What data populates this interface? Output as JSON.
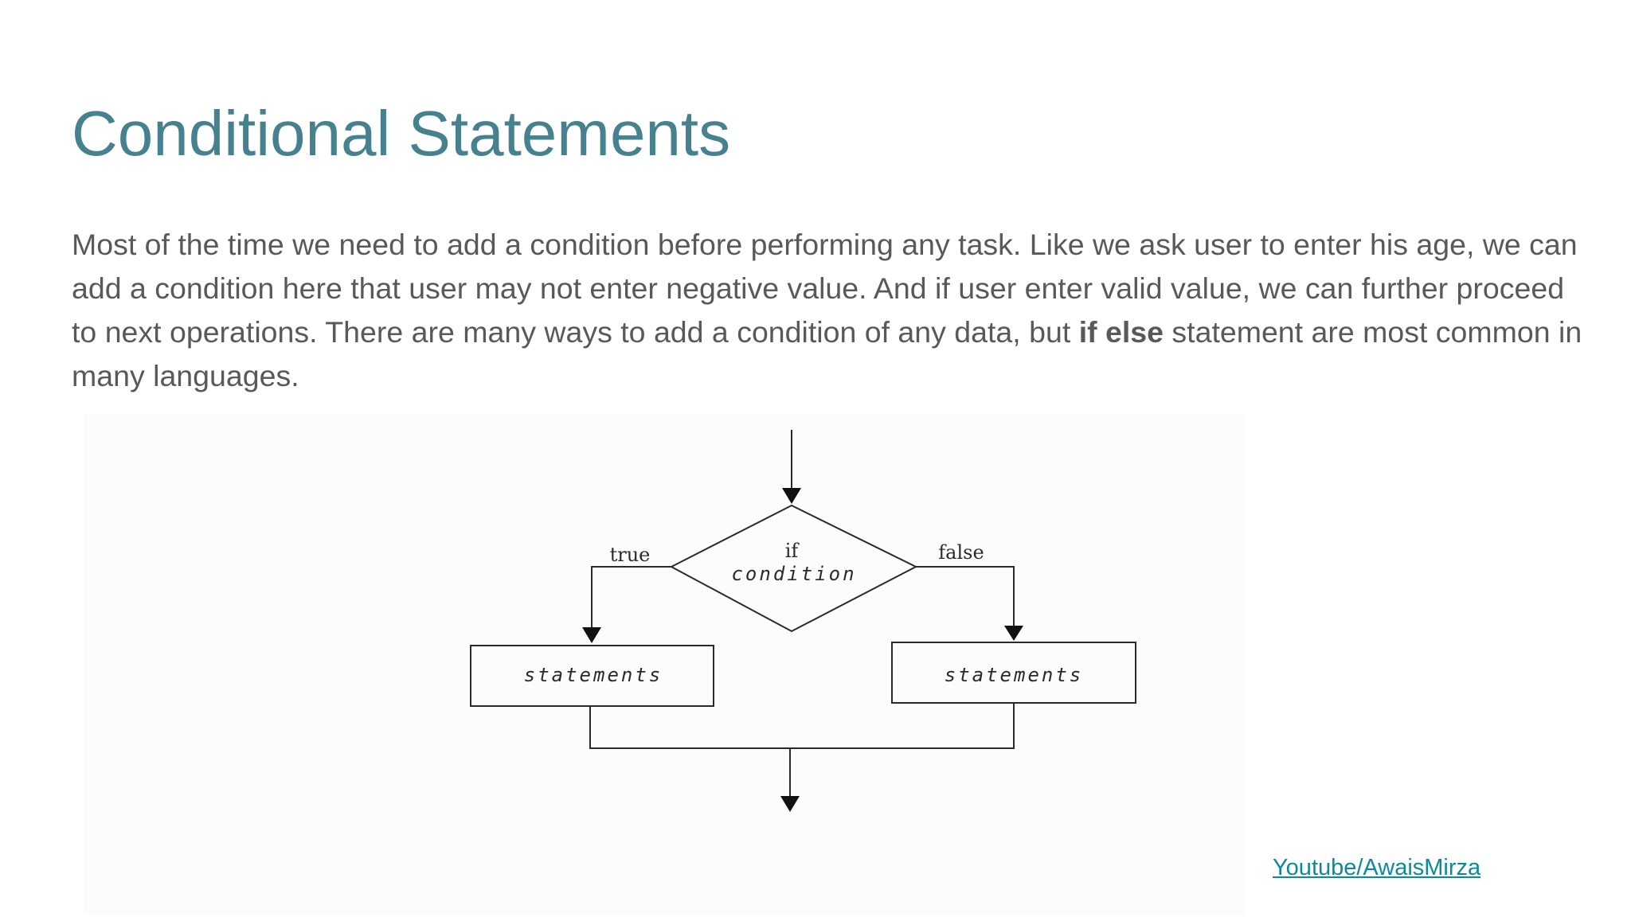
{
  "slide": {
    "title": "Conditional Statements",
    "body_before_bold": "Most of the time we need to add a condition before performing any task. Like we ask user to enter his age, we can add a condition here that user may not enter negative value. And if user enter valid value, we can further proceed to next operations. There are many ways to add a condition of any data, but ",
    "body_bold": "if else",
    "body_after_bold": " statement are most common in many languages.",
    "link_text": "Youtube/AwaisMirza",
    "title_color": "#45818e",
    "body_color": "#595959",
    "link_color": "#0b8a9c"
  },
  "flowchart": {
    "decision_line1": "if",
    "decision_line2": "condition",
    "true_label": "true",
    "false_label": "false",
    "left_box_label": "statements",
    "right_box_label": "statements"
  }
}
